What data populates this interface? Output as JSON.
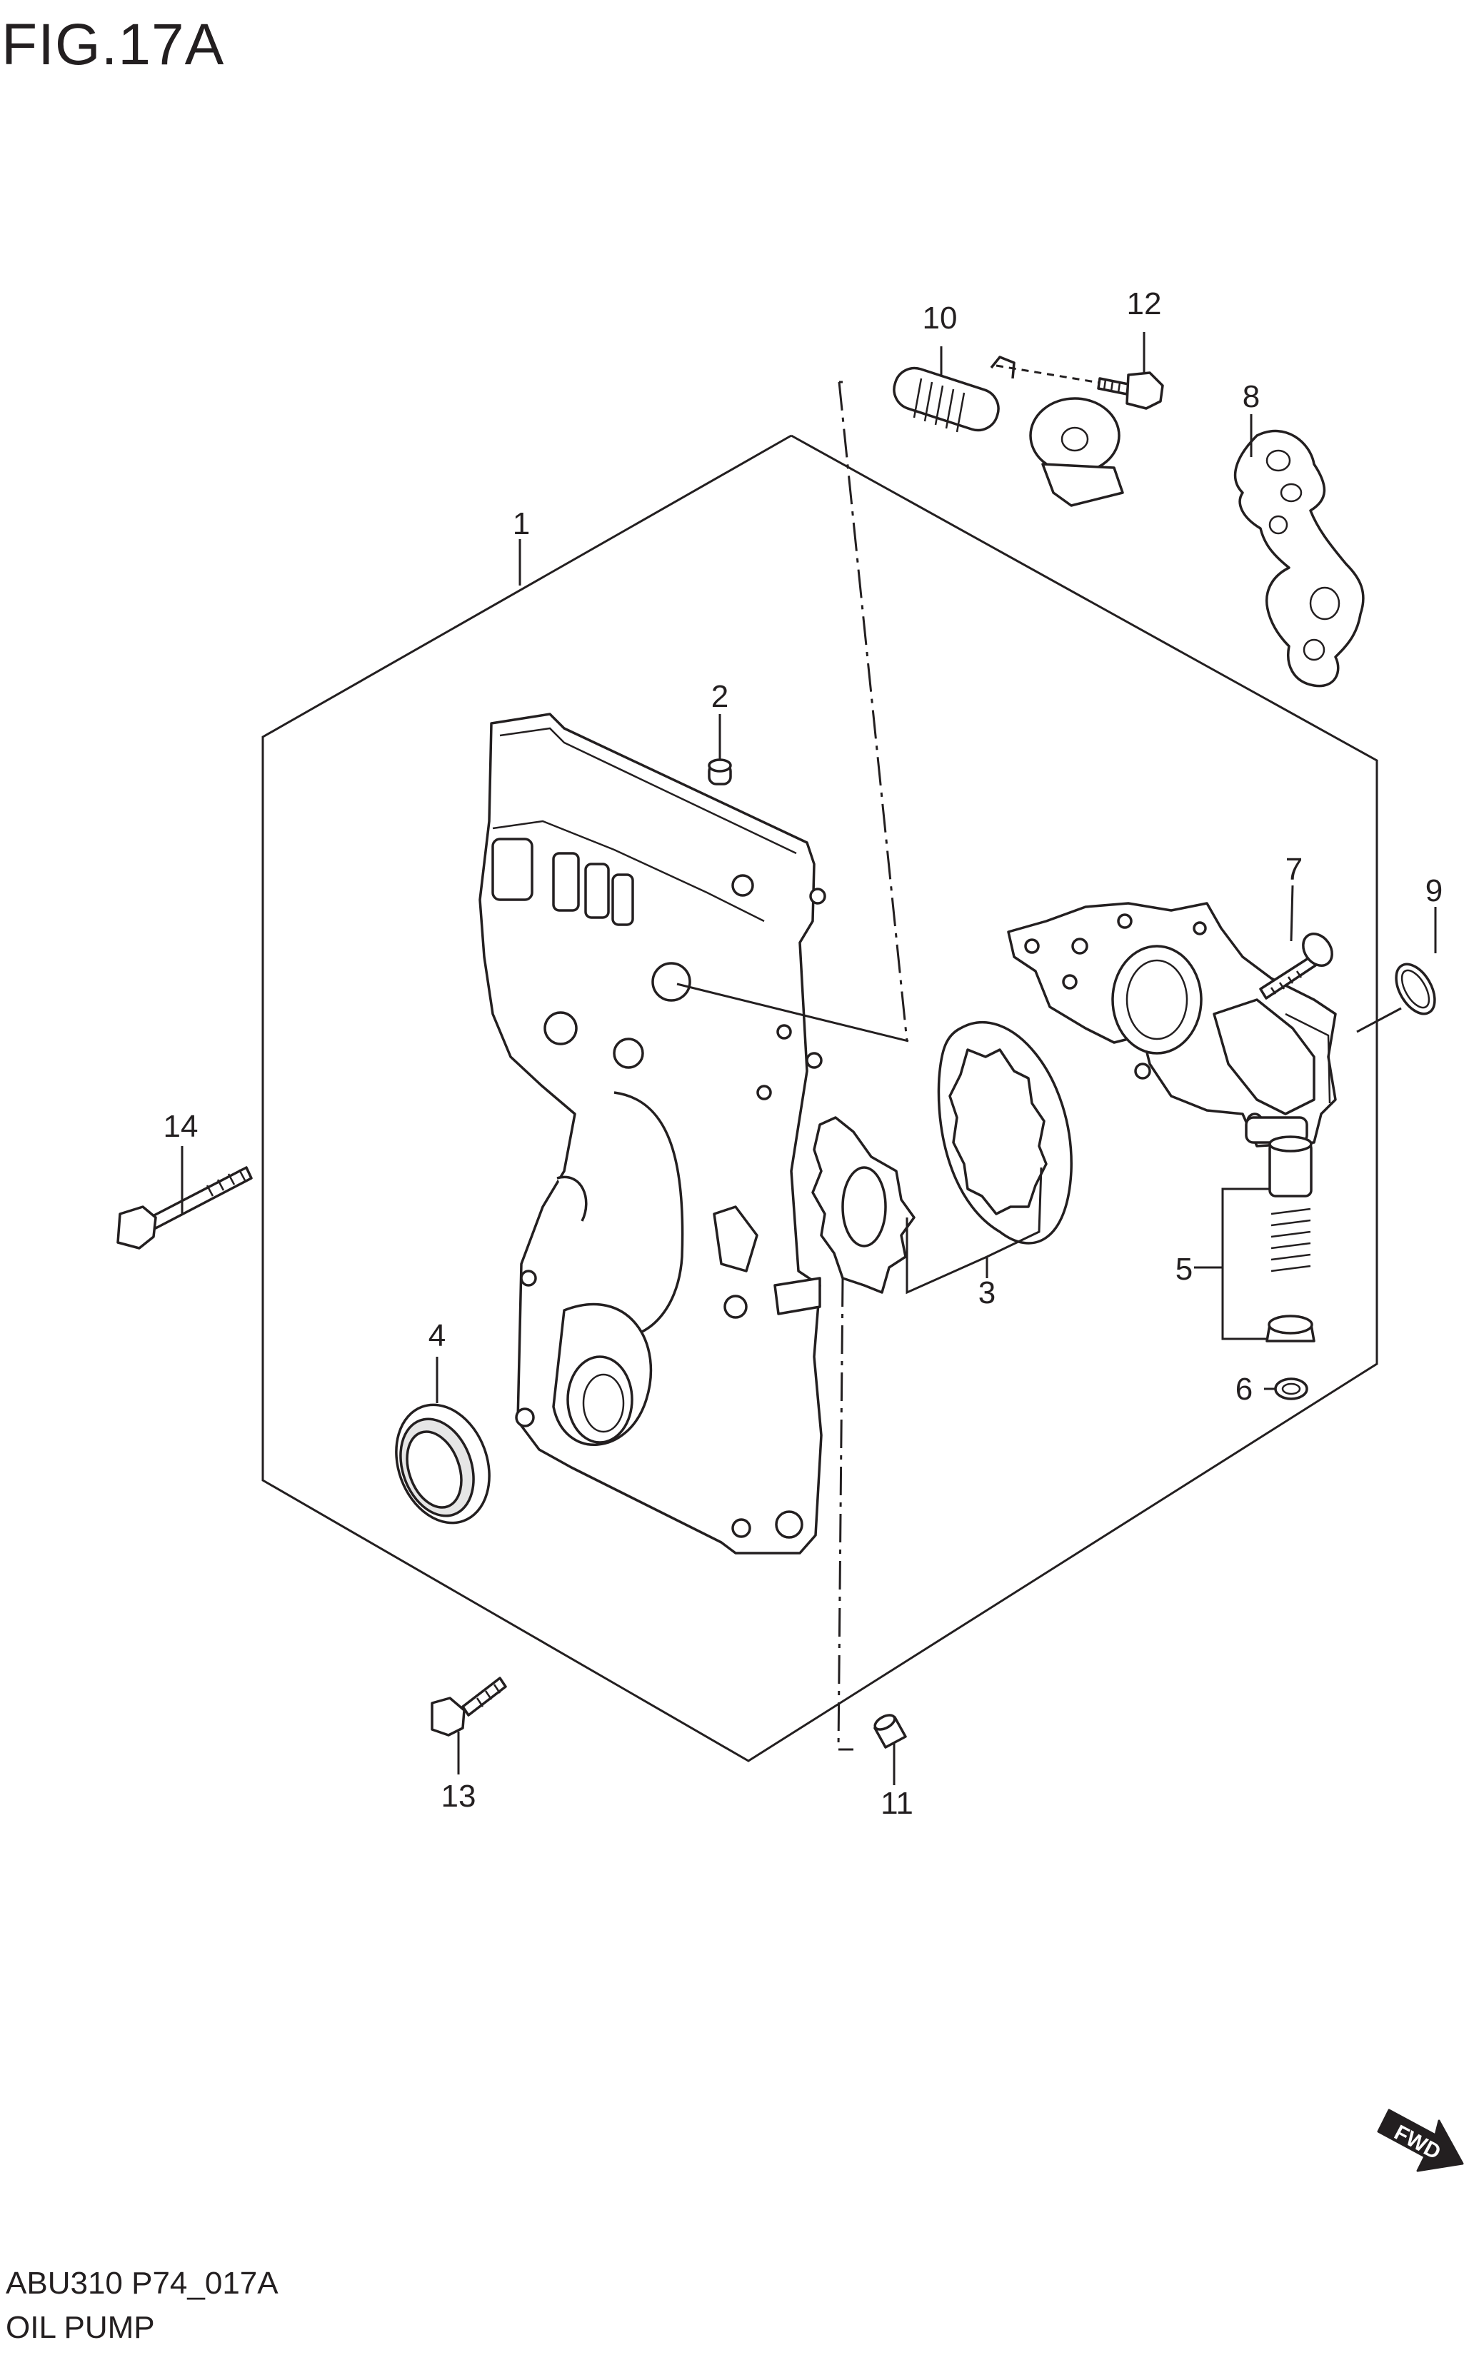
{
  "figure": {
    "title": "FIG.17A",
    "code": "ABU310 P74_017A",
    "name": "OIL PUMP"
  },
  "callouts": [
    "1",
    "2",
    "3",
    "4",
    "5",
    "6",
    "7",
    "8",
    "9",
    "10",
    "11",
    "12",
    "13",
    "14"
  ],
  "direction_indicator": {
    "label": "FWD"
  },
  "colors": {
    "line": "#231f20",
    "background": "#ffffff",
    "fill": "#e6e6e6"
  }
}
